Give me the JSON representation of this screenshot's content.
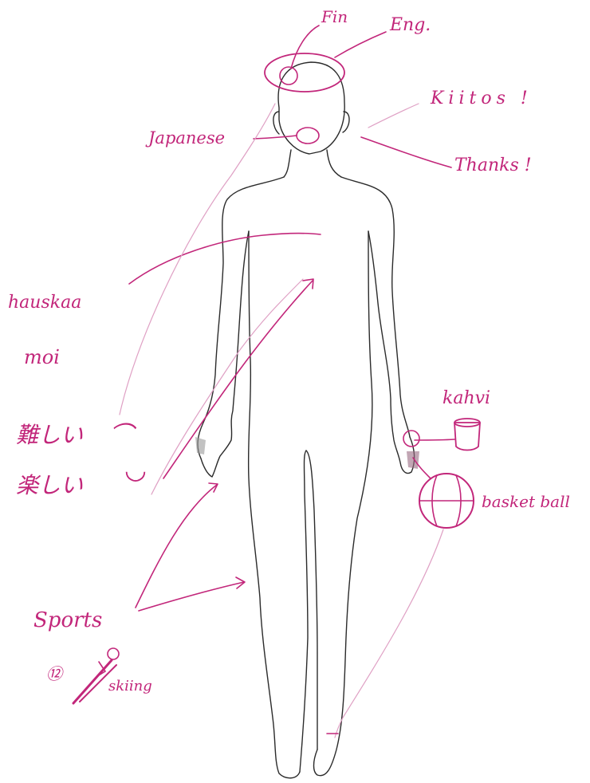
{
  "labels": {
    "fin": "Fin",
    "eng": "Eng.",
    "kiitos": "Kiitos !",
    "thanks": "Thanks !",
    "japanese": "Japanese",
    "hauskaa": "hauskaa",
    "moi": "moi",
    "difficult": "難しい",
    "fun": "楽しい",
    "sports": "Sports",
    "circled_number": "⑫",
    "skiing": "skiing",
    "kahvi": "kahvi",
    "basketball": "basket ball"
  },
  "faces": {
    "sad": "︵",
    "happy": "◡"
  },
  "colors": {
    "marker": "#c2267a",
    "marker_faint": "#dfa0c4",
    "outline": "#2b2b2b"
  }
}
